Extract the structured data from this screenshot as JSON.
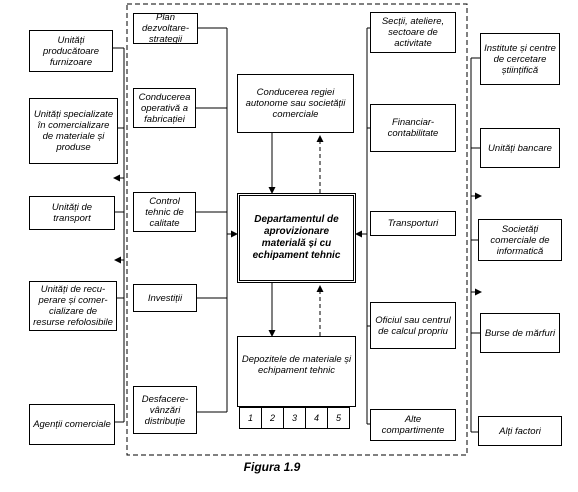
{
  "figure": {
    "caption": "Figura 1.9",
    "left_column": [
      "Unități producătoare furnizoare",
      "Unități specializate în comercializare de materiale și produse",
      "Unități de transport",
      "Unități de recu-perare și comer-cializare de resurse refolosibile",
      "Agenții comerciale"
    ],
    "inner_left_column": [
      "Plan dezvoltare-strategii",
      "Conducerea operativă a fabricației",
      "Control tehnic de calitate",
      "Investiții",
      "Desfacere-vânzări distribuție"
    ],
    "management_box": "Conducerea regiei autonome sau societății comerciale",
    "center_box": "Departamentul de aprovizionare materială și cu echipament tehnic",
    "warehouse_box": {
      "title": "Depozitele de materiale și echipament tehnic",
      "cells": [
        "1",
        "2",
        "3",
        "4",
        "5"
      ]
    },
    "inner_right_column": [
      "Secții, ateliere, sectoare de activitate",
      "Financiar-contabilitate",
      "Transporturi",
      "Oficiul sau centrul de calcul propriu",
      "Alte compartimente"
    ],
    "right_column": [
      "Institute și centre de cercetare științifică",
      "Unități bancare",
      "Societăți comerciale de informatică",
      "Burse de mărfuri",
      "Alți factori"
    ]
  }
}
